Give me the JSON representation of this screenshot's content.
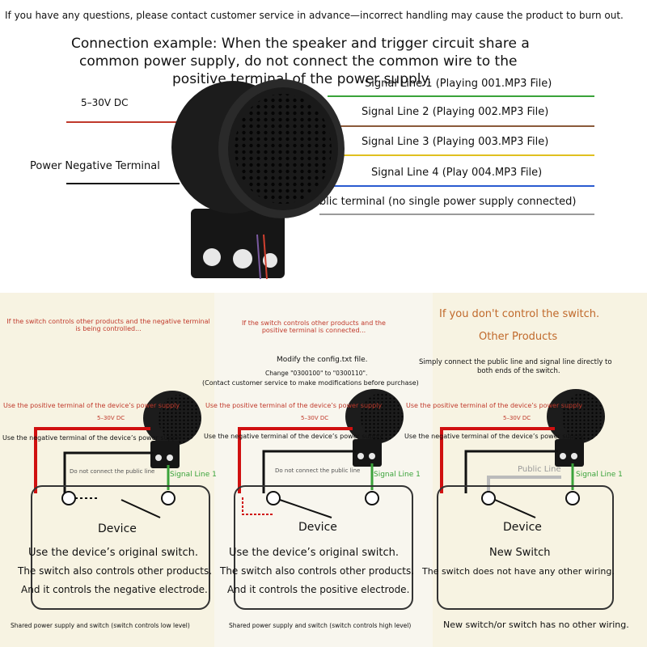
{
  "header": {
    "warning": "If you have any questions, please contact customer service in advance—incorrect handling may cause the product to burn out.",
    "example_line1": "Connection example: When the speaker and trigger circuit share a",
    "example_line2": "common power supply, do not connect the common wire to the",
    "example_line3": "positive terminal of the power supply."
  },
  "top_wiring": {
    "left_voltage": "5–30V DC",
    "left_negative": "Power Negative Terminal",
    "signal_1": "Signal Line 1 (Playing 001.MP3 File)",
    "signal_2": "Signal Line 2 (Playing 002.MP3 File)",
    "signal_3": "Signal Line 3 (Playing 003.MP3 File)",
    "signal_4": "Signal Line 4 (Play 004.MP3 File)",
    "public": "Public terminal (no single power supply connected)",
    "colors": {
      "red": "#c0392b",
      "black": "#111111",
      "green": "#3aa33a",
      "brown": "#8a5a3a",
      "yellow": "#e0c020",
      "blue": "#2a5bd0",
      "gray": "#9a9a9a"
    }
  },
  "panel1": {
    "title": "If the switch controls other products and the negative terminal is being controlled...",
    "positive": "Use the positive terminal of the device’s power supply",
    "voltage": "5–30V DC",
    "negative": "Use the negative terminal of the device’s power supply",
    "no_public": "Do not connect the public line",
    "signal": "Signal Line 1",
    "device": "Device",
    "line1": "Use the device’s original switch.",
    "line2": "The switch also controls other products.",
    "line3": "And it controls the negative electrode.",
    "footer": "Shared power supply and switch (switch controls low level)"
  },
  "panel2": {
    "title": "If the switch controls other products and the positive terminal is connected...",
    "config_1": "Modify the config.txt file.",
    "config_2": "Change \"0300100\" to \"0300110\".",
    "config_3": "(Contact customer service to make modifications before purchase)",
    "positive": "Use the positive terminal of the device’s power supply",
    "voltage": "5–30V DC",
    "negative": "Use the negative terminal of the device’s power supply",
    "no_public": "Do not connect the public line",
    "signal": "Signal Line 1",
    "device": "Device",
    "line1": "Use the device’s original switch.",
    "line2": "The switch also controls other products.",
    "line3": "And it controls the positive electrode.",
    "footer": "Shared power supply and switch (switch controls high level)"
  },
  "panel3": {
    "title": "If you don't control the switch.",
    "subtitle": "Other Products",
    "desc_1": "Simply connect the public line and signal line directly to",
    "desc_2": "both ends of the switch.",
    "positive": "Use the positive terminal of the device’s power supply",
    "voltage": "5–30V DC",
    "negative": "Use the negative terminal of the device’s power supply",
    "public": "Public Line",
    "signal": "Signal Line 1",
    "device": "Device",
    "switch": "New Switch",
    "line2": "The switch does not have any other wiring.",
    "footer": "New switch/or switch has no other wiring."
  }
}
